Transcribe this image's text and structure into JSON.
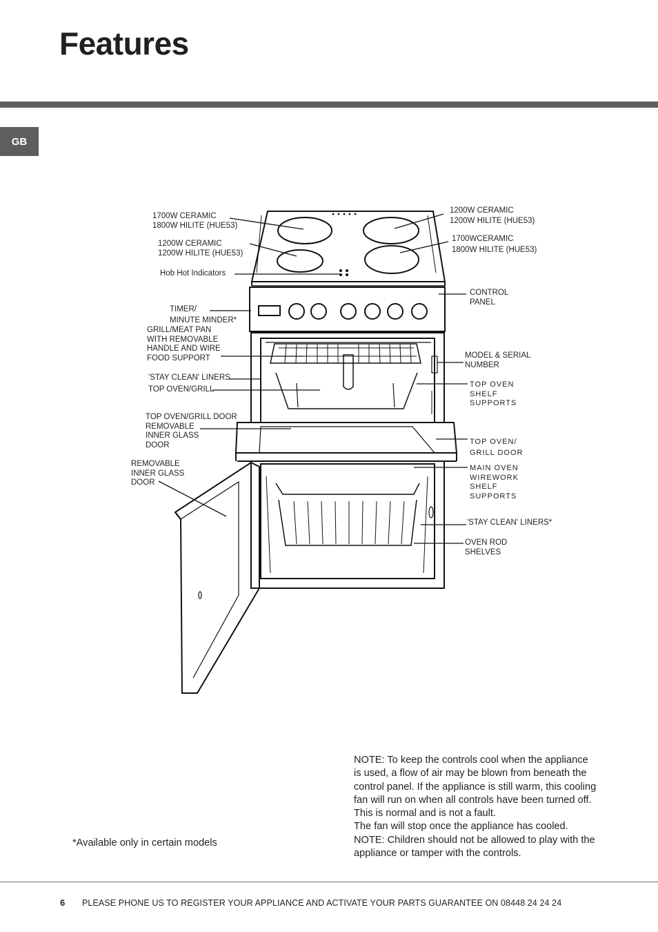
{
  "header": {
    "title": "Features",
    "region_tab": "GB"
  },
  "labels": {
    "hob_left_rear": "1700W CERAMIC\n1800W HILITE (HUE53)",
    "hob_left_front": "1200W CERAMIC\n1200W HILITE (HUE53)",
    "hob_hot_indicators": "Hob Hot Indicators",
    "timer": "TIMER/\nMINUTE MINDER*",
    "grill_pan": "GRILL/MEAT PAN\nWITH REMOVABLE\nHANDLE AND WIRE\nFOOD SUPPORT",
    "stay_clean_liners": "'STAY CLEAN' LINERS",
    "top_oven_grill": "TOP OVEN/GRILL",
    "top_oven_door_glass": "TOP OVEN/GRILL DOOR\nREMOVABLE\nINNER GLASS\nDOOR",
    "removable_glass": "REMOVABLE\nINNER GLASS\nDOOR",
    "hob_right_rear": "1200W CERAMIC\n1200W HILITE (HUE53)",
    "hob_right_front": "1700WCERAMIC\n1800W HILITE (HUE53)",
    "control_panel": "CONTROL\nPANEL",
    "model_serial": "MODEL & SERIAL\n      NUMBER",
    "top_oven_shelf": "TOP OVEN\nSHELF\nSUPPORTS",
    "top_oven_door": "TOP OVEN/\nGRILL DOOR",
    "main_oven_wirework": "MAIN OVEN\nWIREWORK\nSHELF\nSUPPORTS",
    "stay_clean_liners_main": "'STAY CLEAN' LINERS*",
    "oven_rod_shelves": "OVEN ROD\nSHELVES"
  },
  "notes": {
    "cooling_fan": "NOTE: To keep the controls cool when the appliance\nis used, a flow of air may be blown from beneath the\ncontrol panel. If the appliance is still warm, this cooling\nfan will run on when all controls have been turned off.\nThis is normal and is not a fault.\nThe fan will stop once the appliance has cooled.\nNOTE: Children should not be allowed to play with the\nappliance or tamper with the controls.",
    "availability": "*Available only in certain models"
  },
  "footer": {
    "page_number": "6",
    "text": "PLEASE PHONE US TO REGISTER YOUR APPLIANCE  AND ACTIVATE YOUR PARTS GUARANTEE ON 08448 24 24 24"
  }
}
